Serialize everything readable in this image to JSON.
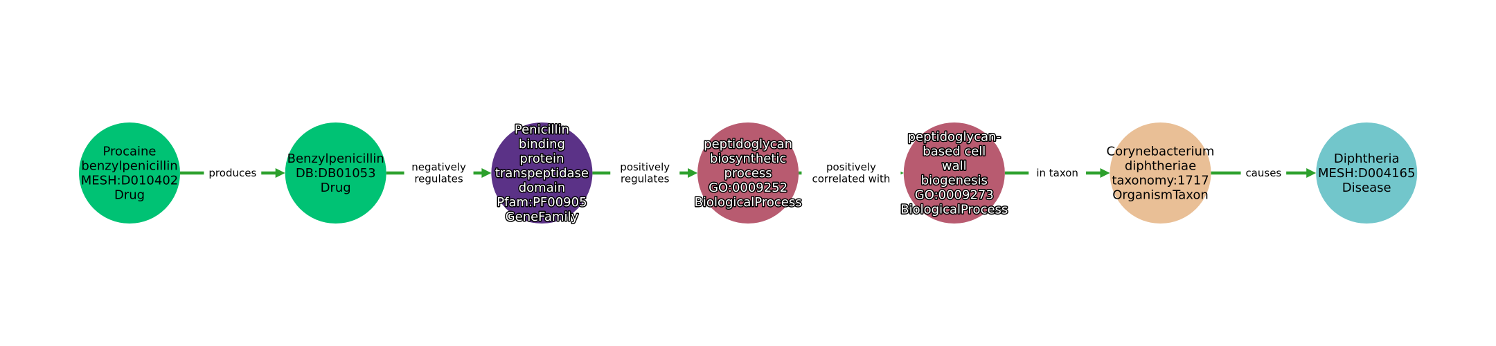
{
  "graph": {
    "edge_color": "#2ca02c",
    "nodes": [
      {
        "lines": [
          "Procaine",
          "benzylpenicillin",
          "MESH:D010402",
          "Drug"
        ],
        "color": "#00c274",
        "outlined": false
      },
      {
        "lines": [
          "Benzylpenicillin",
          "DB:DB01053",
          "Drug"
        ],
        "color": "#00c274",
        "outlined": false
      },
      {
        "lines": [
          "Penicillin",
          "binding",
          "protein",
          "transpeptidase",
          "domain",
          "Pfam:PF00905",
          "GeneFamily"
        ],
        "color": "#5b3287",
        "outlined": true
      },
      {
        "lines": [
          "peptidoglycan",
          "biosynthetic",
          "process",
          "GO:0009252",
          "BiologicalProcess"
        ],
        "color": "#b85b70",
        "outlined": true
      },
      {
        "lines": [
          "peptidoglycan-",
          "based cell",
          "wall",
          "biogenesis",
          "GO:0009273",
          "BiologicalProcess"
        ],
        "color": "#b85b70",
        "outlined": true
      },
      {
        "lines": [
          "Corynebacterium",
          "diphtheriae",
          "taxonomy:1717",
          "OrganismTaxon"
        ],
        "color": "#e9bf96",
        "outlined": false
      },
      {
        "lines": [
          "Diphtheria",
          "MESH:D004165",
          "Disease"
        ],
        "color": "#72c6cb",
        "outlined": false
      }
    ],
    "edges": [
      {
        "lines": [
          "produces"
        ]
      },
      {
        "lines": [
          "negatively",
          "regulates"
        ]
      },
      {
        "lines": [
          "positively",
          "regulates"
        ]
      },
      {
        "lines": [
          "positively",
          "correlated with"
        ]
      },
      {
        "lines": [
          "in taxon"
        ]
      },
      {
        "lines": [
          "causes"
        ]
      }
    ]
  }
}
